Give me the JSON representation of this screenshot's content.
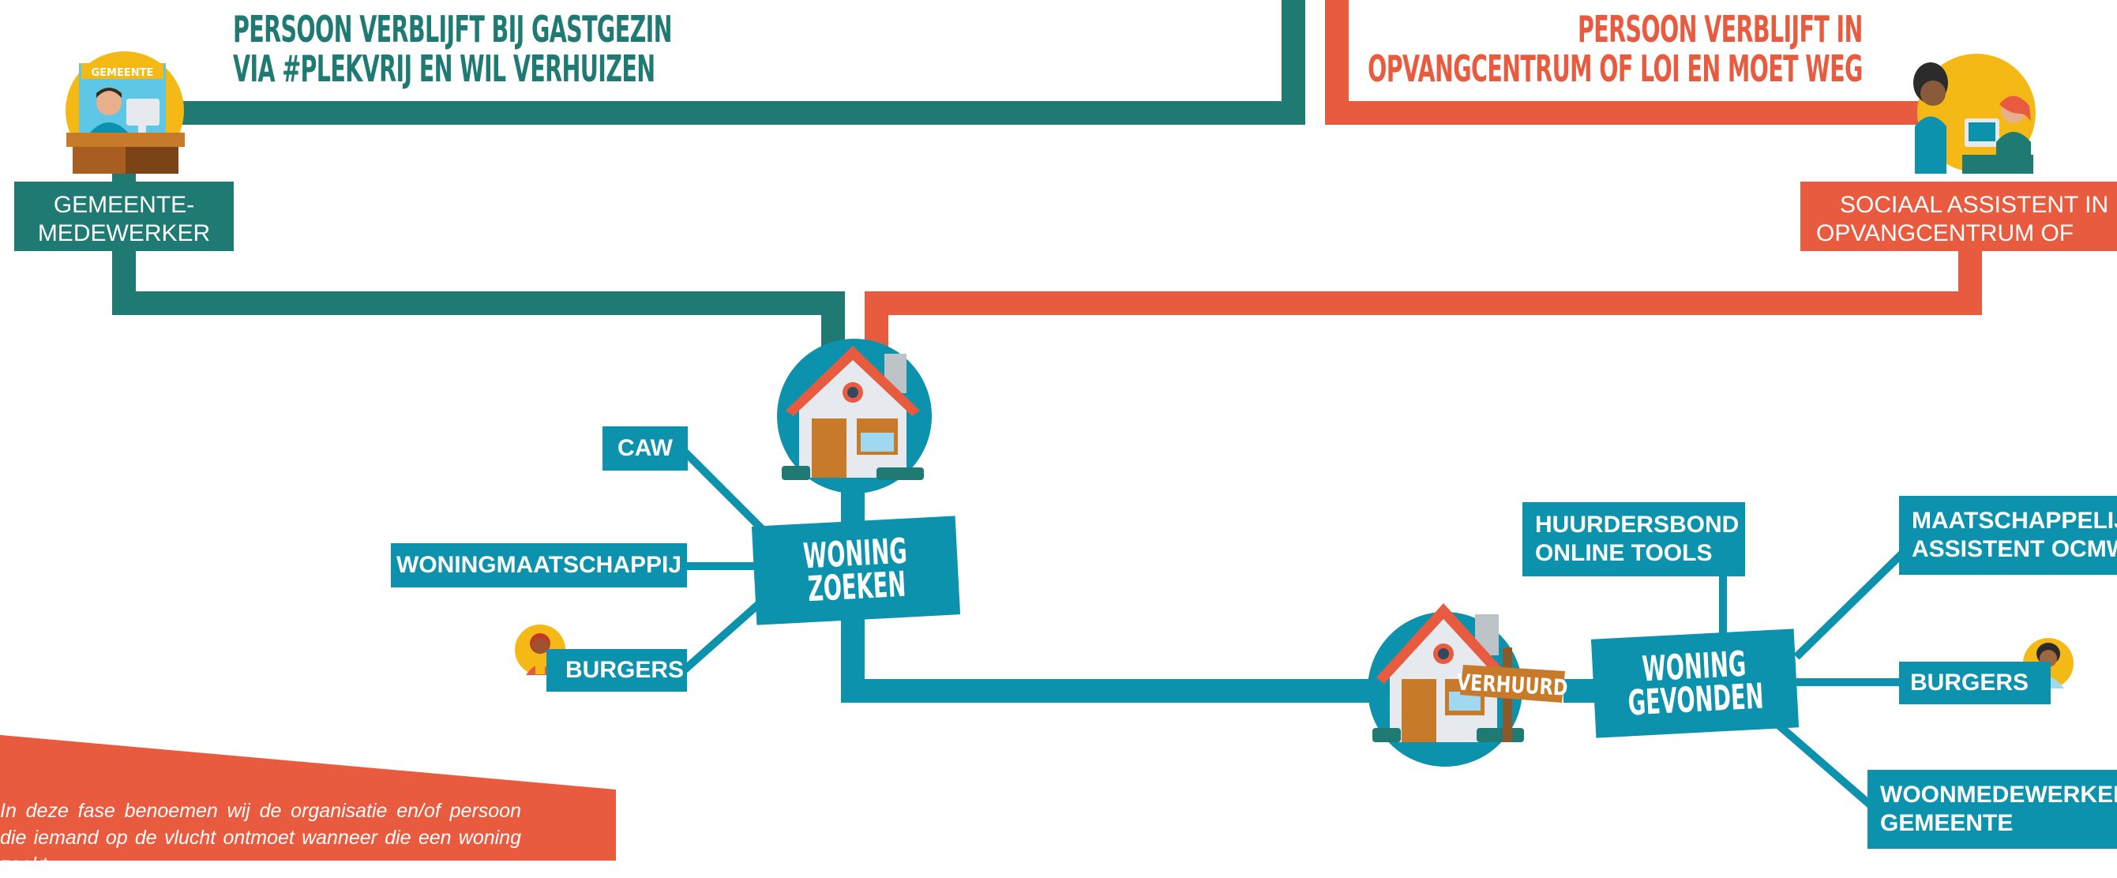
{
  "colors": {
    "green": "#1e7a72",
    "red": "#e95b3f",
    "blue": "#0c92ad",
    "yellow": "#f5b916"
  },
  "titles": {
    "green_line1": "PERSOON VERBLIJFT BIJ GASTGEZIN",
    "green_line2": "VIA #PLEKVRIJ EN WIL VERHUIZEN",
    "red_line1": "PERSOON VERBLIJFT IN",
    "red_line2": "OPVANGCENTRUM OF LOI EN MOET WEG"
  },
  "roles": {
    "gemeente_line1": "GEMEENTE-",
    "gemeente_line2": "MEDEWERKER",
    "gemeente_sign": "GEMEENTE",
    "sociaal_line1": "SOCIAAL ASSISTENT IN",
    "sociaal_line2": "OPVANGCENTRUM OF OCMW"
  },
  "hub_zoeken": {
    "line1": "WONING",
    "line2": "ZOEKEN"
  },
  "hub_gevonden": {
    "line1": "WONING",
    "line2": "GEVONDEN"
  },
  "zoeken_actors": {
    "caw": "CAW",
    "woningmaatschappij": "WONINGMAATSCHAPPIJ",
    "burgers": "BURGERS"
  },
  "gevonden_actors": {
    "huurdersbond_line1": "HUURDERSBOND",
    "huurdersbond_line2": "ONLINE TOOLS",
    "maatschappelijk_line1": "MAATSCHAPPELIJK",
    "maatschappelijk_line2": "ASSISTENT OCMW",
    "burgers": "BURGERS",
    "woonmedewerker_line1": "WOONMEDEWERKER",
    "woonmedewerker_line2": "GEMEENTE"
  },
  "verhuurd_sign": "VERHUURD",
  "icons": [
    "house-icon",
    "rented-house-icon",
    "municipal-worker-icon",
    "social-assistant-icon",
    "citizen-avatar-icon"
  ],
  "note": {
    "text": "In deze fase benoemen wij de organisatie en/of persoon die iemand op de vlucht ontmoet wanneer die een woning zoekt."
  }
}
